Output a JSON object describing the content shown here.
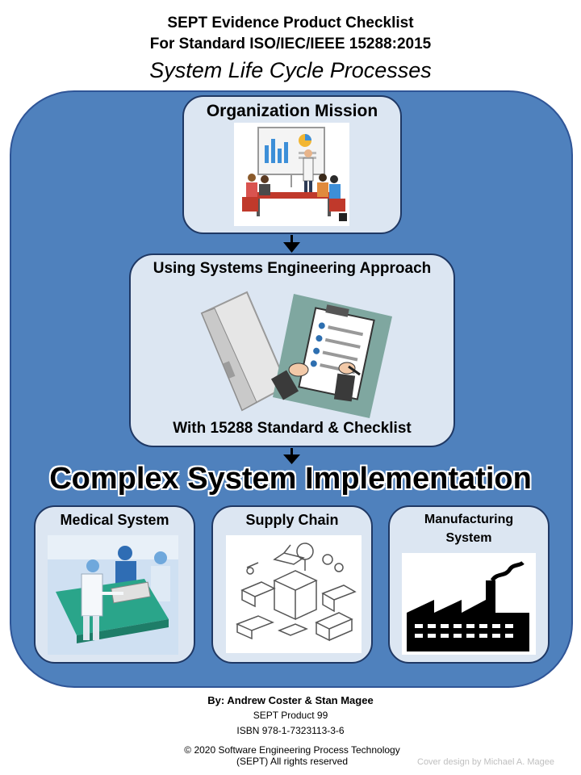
{
  "header": {
    "line1": "SEPT Evidence Product Checklist",
    "line2": "For Standard ISO/IEC/IEEE 15288:2015",
    "line3": "System Life Cycle Processes"
  },
  "mission": {
    "title": "Organization Mission",
    "image_icon": "meeting-presentation-illustration"
  },
  "approach": {
    "title": "Using Systems Engineering Approach",
    "subtitle": "With 15288 Standard & Checklist",
    "image_icon": "binder-and-clipboard-checklist-illustration"
  },
  "main_heading": "Complex System Implementation",
  "cards": [
    {
      "title": "Medical System",
      "image_icon": "surgery-room-illustration"
    },
    {
      "title": "Supply Chain",
      "image_icon": "logistics-isometric-illustration"
    },
    {
      "title_line1": "Manufacturing",
      "title_line2": "System",
      "image_icon": "factory-silhouette"
    }
  ],
  "footer": {
    "authors": "By: Andrew Coster & Stan Magee",
    "product": "SEPT Product 99",
    "isbn": "ISBN 978-1-7323113-3-6",
    "copyright_line1": "© 2020 Software Engineering Process Technology",
    "copyright_line2": "(SEPT) All rights reserved",
    "credit": "Cover design by Michael A. Magee"
  },
  "colors": {
    "panel": "#4f81bd",
    "box": "#dce6f2",
    "border": "#1f3864"
  }
}
